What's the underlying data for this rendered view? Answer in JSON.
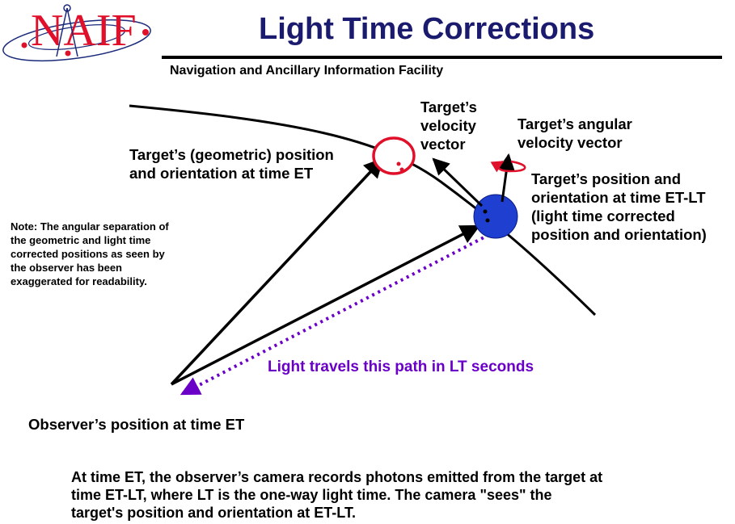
{
  "header": {
    "logo_text": "NAIF",
    "title": "Light Time Corrections",
    "subtitle": "Navigation and Ancillary Information Facility"
  },
  "labels": {
    "geometric_position": [
      "Target’s (geometric) position",
      "and orientation at time ET"
    ],
    "velocity_vector": [
      "Target’s",
      "velocity",
      "vector"
    ],
    "angular_velocity": [
      "Target’s angular",
      "velocity vector"
    ],
    "lt_position": [
      "Target’s position and",
      "orientation at time ET-LT",
      "(light time corrected",
      "position and orientation)"
    ],
    "note": [
      "Note: The angular separation of",
      "the geometric and light time",
      "corrected positions as seen by",
      "the observer has been",
      "exaggerated for readability."
    ],
    "light_path": "Light travels this path in LT seconds",
    "observer": "Observer’s position at time ET"
  },
  "explanation": [
    "At time ET, the observer’s camera records photons emitted from the target at",
    "time ET-LT, where LT is the one-way light time.  The camera \"sees\" the",
    "target's position and orientation at ET-LT."
  ],
  "colors": {
    "title": "#1a1a6e",
    "logo_red": "#e0102a",
    "logo_blue": "#1a2a7a",
    "target_blue": "#1f3fd0",
    "circle_red": "#e0102a",
    "light_path": "#6a00c8"
  }
}
